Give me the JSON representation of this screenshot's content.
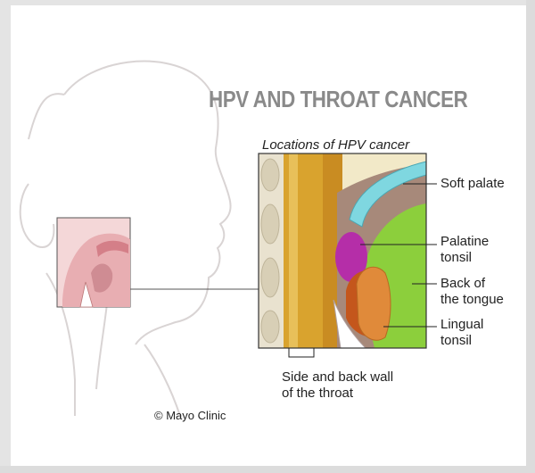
{
  "title": "HPV AND THROAT CANCER",
  "subtitle": "Locations of HPV cancer",
  "labels": {
    "soft_palate": "Soft palate",
    "palatine_tonsil_1": "Palatine",
    "palatine_tonsil_2": "tonsil",
    "back_tongue_1": "Back of",
    "back_tongue_2": "the tongue",
    "lingual_tonsil_1": "Lingual",
    "lingual_tonsil_2": "tonsil",
    "throat_wall_1": "Side and back wall",
    "throat_wall_2": "of the throat"
  },
  "copyright": "© Mayo Clinic",
  "colors": {
    "soft_palate": "#7fd7e0",
    "palatine_tonsil": "#b52ea8",
    "back_of_tongue": "#8ccf3c",
    "lingual_tonsil": "#e08a3a",
    "throat_wall": "#d9a32e"
  }
}
